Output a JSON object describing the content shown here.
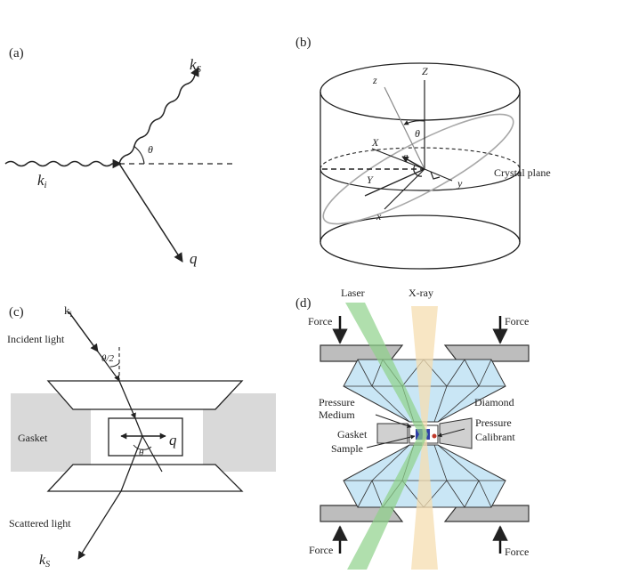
{
  "panel_a": {
    "tag": "(a)",
    "ks_main": "k",
    "ks_sub": "S",
    "ki_main": "k",
    "ki_sub": "i",
    "q": "q",
    "theta": "θ"
  },
  "panel_b": {
    "tag": "(b)",
    "z_lower": "z",
    "Z_upper": "Z",
    "theta": "θ",
    "X": "X",
    "q": "q",
    "Y": "Y",
    "y_lower": "y",
    "x_lower": "x",
    "crystal_plane": "Crystal plane"
  },
  "panel_c": {
    "tag": "(c)",
    "ki_main": "k",
    "ki_sub": "i",
    "incident_light": "Incident light",
    "half_theta": "θ/2",
    "gasket": "Gasket",
    "q": "q",
    "theta": "θ",
    "scattered_light": "Scattered light",
    "ks_main": "k",
    "ks_sub": "S"
  },
  "panel_d": {
    "tag": "(d)",
    "laser": "Laser",
    "xray": "X-ray",
    "force_tl": "Force",
    "force_tr": "Force",
    "force_bl": "Force",
    "force_br": "Force",
    "diamond": "Diamond",
    "pressure_medium_1": "Pressure",
    "pressure_medium_2": "Medium",
    "gasket": "Gasket",
    "sample": "Sample",
    "pressure_calibrant_1": "Pressure",
    "pressure_calibrant_2": "Calibrant"
  },
  "colors": {
    "ink": "#222222",
    "gasket_gray": "#d9d9d9",
    "crystal_plane_gray": "#b0b0b0",
    "diamond_blue": "#c9e6f5",
    "laser_green": "#8fd18a",
    "xray_yellow": "#f6deb0",
    "anvil_support_gray": "#bdbdbd",
    "sample_blue": "#2f3fa8"
  }
}
